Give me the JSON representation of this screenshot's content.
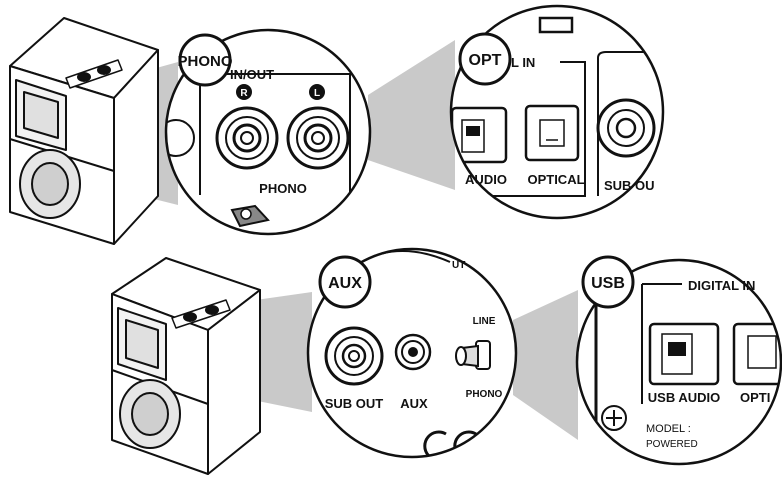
{
  "badges": {
    "phono": "PHONO",
    "opt": "OPT",
    "aux": "AUX",
    "usb": "USB"
  },
  "phono_panel": {
    "group_label": "IN/OUT",
    "right_channel": "R",
    "left_channel": "L",
    "jack_label": "PHONO"
  },
  "opt_panel": {
    "group_label": "L IN",
    "usb_audio_label": "AUDIO",
    "optical_label": "OPTICAL",
    "sub_out_label": "SUB OU"
  },
  "aux_panel": {
    "top_fragment": "UT",
    "sub_out_label": "SUB OUT",
    "aux_label": "AUX",
    "switch_top_label": "LINE",
    "switch_bottom_label": "PHONO",
    "ce_mark": "CE"
  },
  "usb_panel": {
    "group_label": "DIGITAL IN",
    "usb_audio_label": "USB AUDIO",
    "optical_fragment": "OPTI",
    "model_label": "MODEL :",
    "powered_label": "POWERED"
  },
  "colors": {
    "line": "#111111",
    "cone": "#c9c9c9",
    "panel_gray": "#bdbdbd"
  }
}
